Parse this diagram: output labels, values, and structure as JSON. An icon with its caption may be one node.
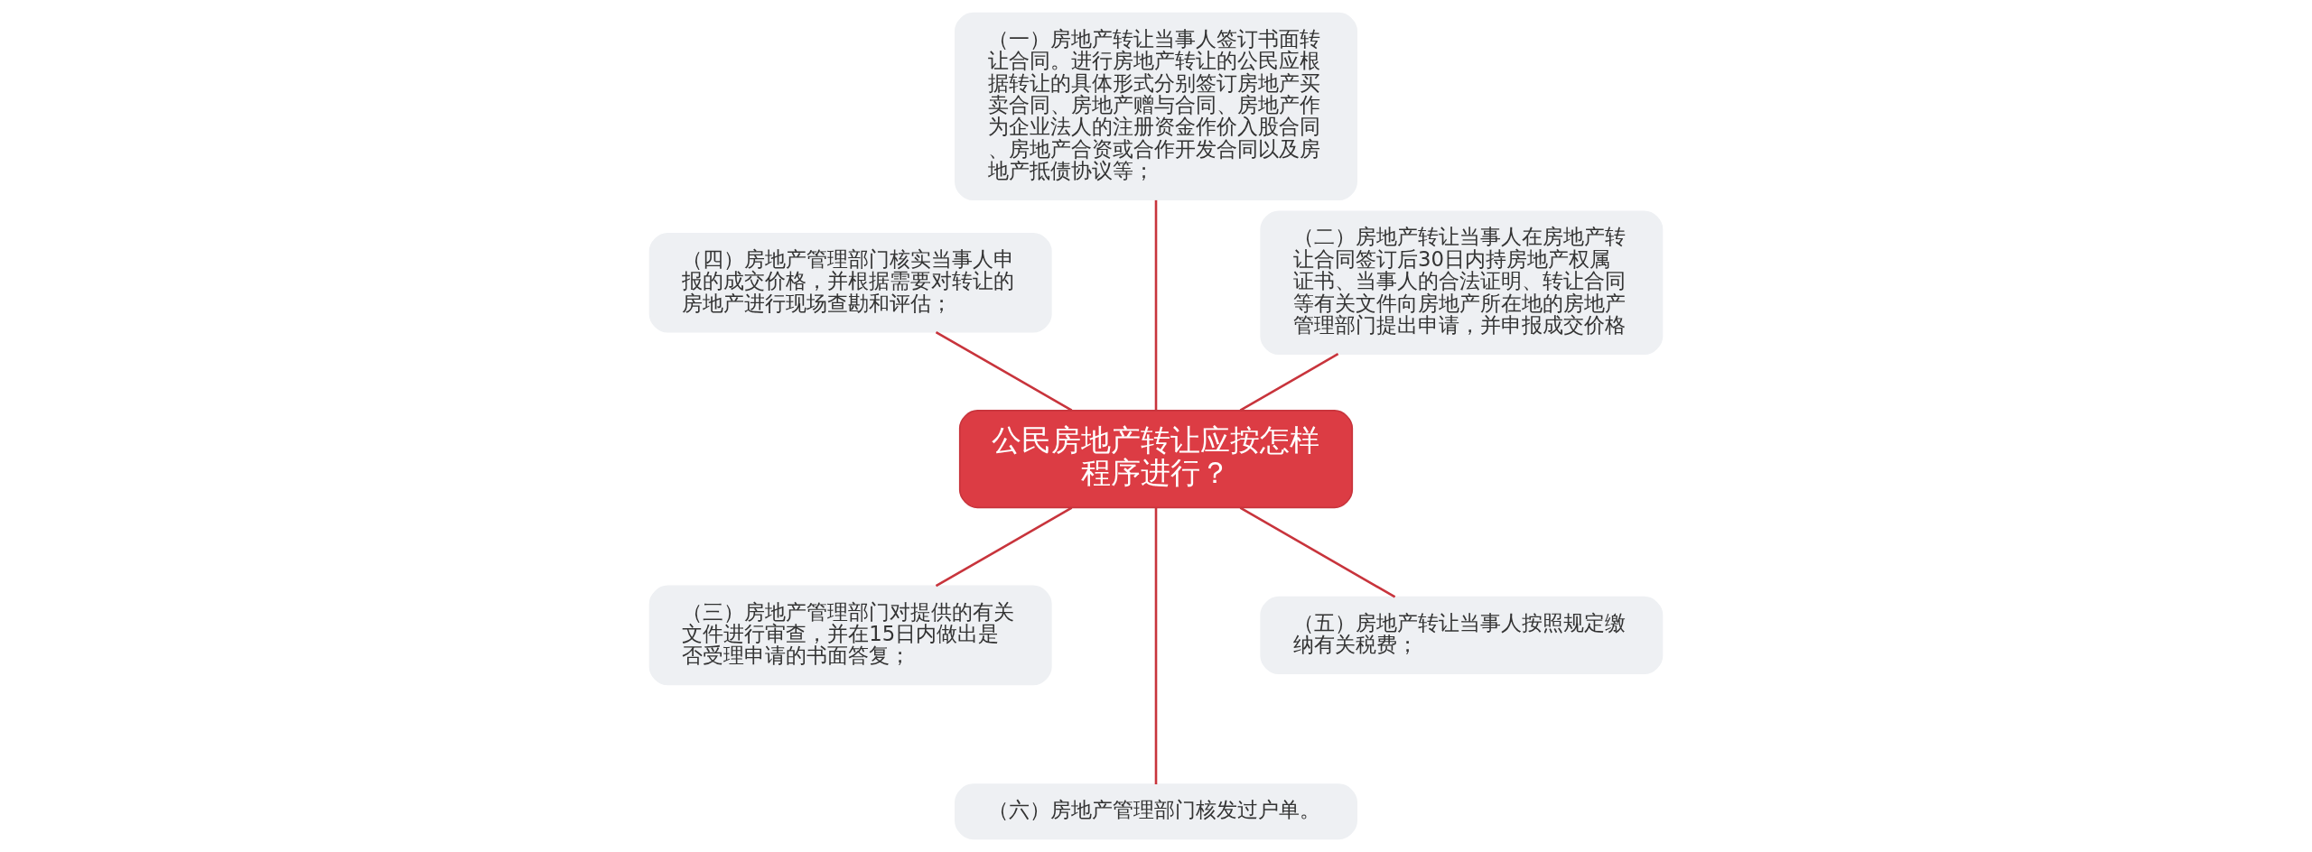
{
  "diagram": {
    "nodes": [
      {
        "text": [
          "公民房地产转让应按怎样程序进行？"
        ]
      },
      {
        "text": [
          "（二）房地产转让当事人在房地产转让合同签订后30日内持房地产权属证书、当事人的合法证明、转让合同等有关文件向房地产所在地的房地产管理部门提出申请，并申报成交价格"
        ]
      },
      {
        "text": [
          "（一）房地产转让当事人签订书面转让合同。进行房地产转让的公民应根据转让的具体形式分别签订房地产买卖合同、房地产赠与合同、房地产作为企业法人的注册资金作价入股合同、房地产合资或合作开发合同以及房地产抵债协议等；"
        ]
      },
      {
        "text": [
          "（四）房地产管理部门核实当事人申报的成交价格，并根据需要对转让的房地产进行现场查勘和评估；"
        ]
      },
      {
        "text": [
          "（三）房地产管理部门对提供的有关文件进行审查，并在15日内做出是否受理申请的书面答复；"
        ]
      },
      {
        "text": [
          "（六）房地产管理部门核发过户单。"
        ]
      },
      {
        "text": [
          "（五）房地产转让当事人按照规定缴纳有关税费；"
        ]
      }
    ],
    "edges": [
      {
        "from": 0,
        "to": 1,
        "arrow": "none"
      },
      {
        "from": 0,
        "to": 2,
        "arrow": "none"
      },
      {
        "from": 0,
        "to": 3,
        "arrow": "none"
      },
      {
        "from": 0,
        "to": 4,
        "arrow": "none"
      },
      {
        "from": 0,
        "to": 5,
        "arrow": "none"
      },
      {
        "from": 0,
        "to": 6,
        "arrow": "none"
      }
    ]
  }
}
